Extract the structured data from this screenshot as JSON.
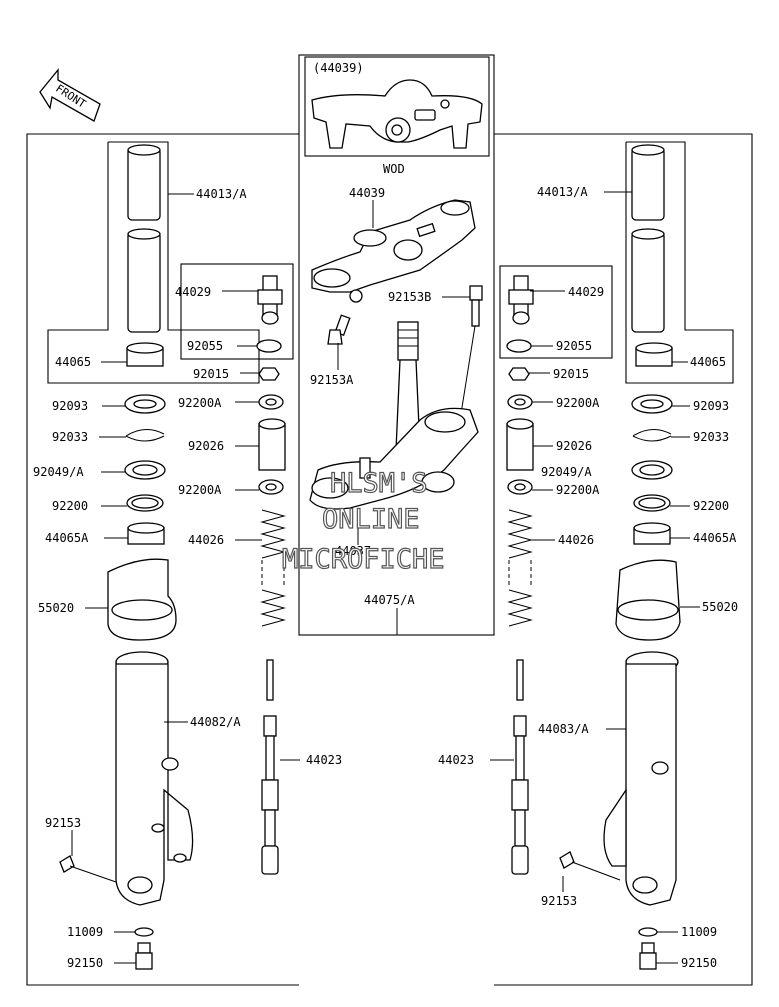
{
  "diagram": {
    "front_label": "FRONT",
    "inset_label": "(44039)",
    "inset_variant": "WOD",
    "labels": {
      "l44013A": "44013/A",
      "l44029L": "44029",
      "l92055L": "92055",
      "l44065L": "44065",
      "l92015L": "92015",
      "l92093L": "92093",
      "l92200AL1": "92200A",
      "l92033L": "92033",
      "l92026L": "92026",
      "l92049AL": "92049/A",
      "l92200AL2": "92200A",
      "l92200L": "92200",
      "l44065AL": "44065A",
      "l44026L": "44026",
      "l55020L": "55020",
      "l44082A": "44082/A",
      "l44023L": "44023",
      "l92153L": "92153",
      "l11009L": "11009",
      "l92150L": "92150",
      "l44039": "44039",
      "l92153B": "92153B",
      "l92153A": "92153A",
      "l44037": "44037",
      "l44075A": "44075/A",
      "r44013A": "44013/A",
      "r44029": "44029",
      "r92055": "92055",
      "r44065": "44065",
      "r92015": "92015",
      "r92200A1": "92200A",
      "r92093": "92093",
      "r92026": "92026",
      "r92033": "92033",
      "r92049A": "92049/A",
      "r92200A2": "92200A",
      "r92200": "92200",
      "r44026": "44026",
      "r44065A": "44065A",
      "r55020": "55020",
      "r44083A": "44083/A",
      "r44023": "44023",
      "r92153": "92153",
      "r11009": "11009",
      "r92150": "92150"
    },
    "watermark": [
      "HLSM'S",
      "ONLINE",
      "MICROFICHE"
    ]
  }
}
